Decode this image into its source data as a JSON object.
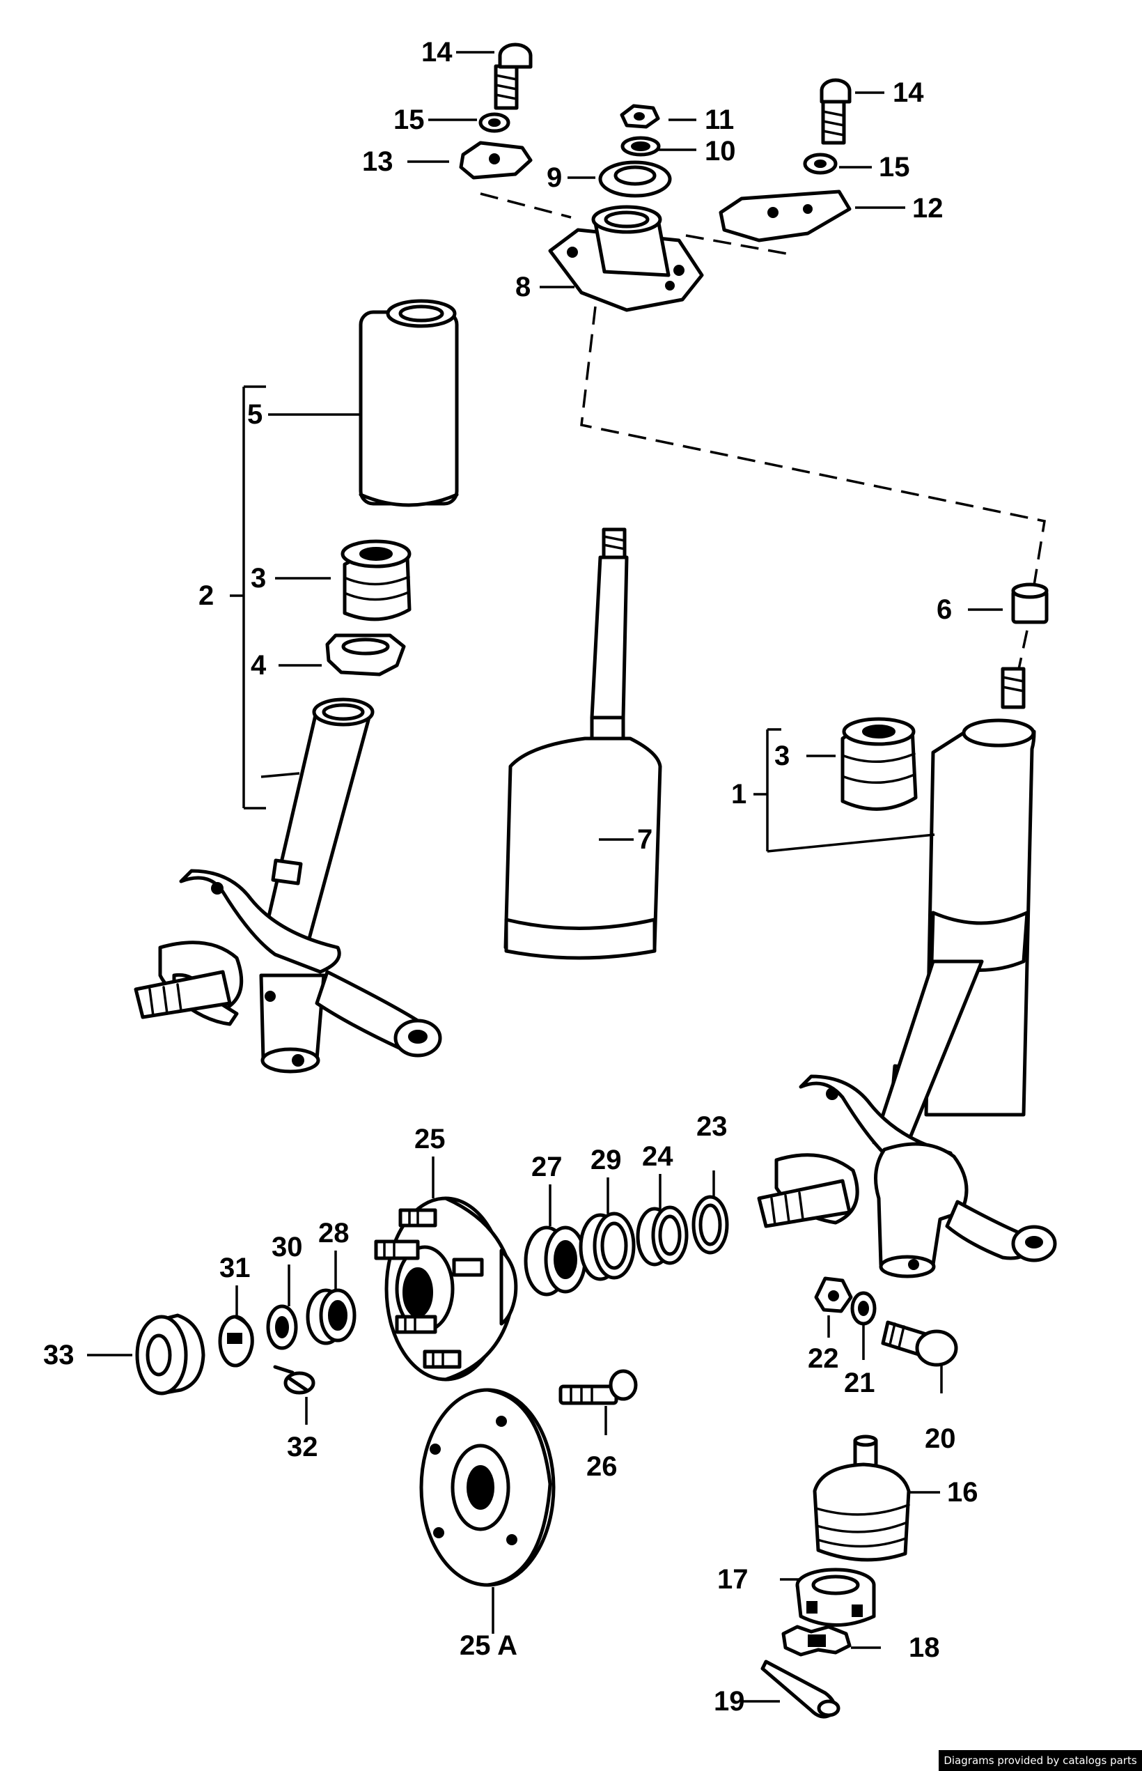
{
  "labels": {
    "l14a": "14",
    "l15a": "15",
    "l13": "13",
    "l11": "11",
    "l10": "10",
    "l9": "9",
    "l14b": "14",
    "l15b": "15",
    "l12": "12",
    "l8": "8",
    "l5": "5",
    "l3a": "3",
    "l2": "2",
    "l4": "4",
    "l6": "6",
    "l3b": "3",
    "l1": "1",
    "l7": "7",
    "l25": "25",
    "l27": "27",
    "l29": "29",
    "l24": "24",
    "l23": "23",
    "l28": "28",
    "l30": "30",
    "l31": "31",
    "l33": "33",
    "l32": "32",
    "l26": "26",
    "l22": "22",
    "l21": "21",
    "l20": "20",
    "l16": "16",
    "l17": "17",
    "l18": "18",
    "l19": "19",
    "l25a": "25 A"
  },
  "credit": "Diagrams provided by catalogs parts"
}
